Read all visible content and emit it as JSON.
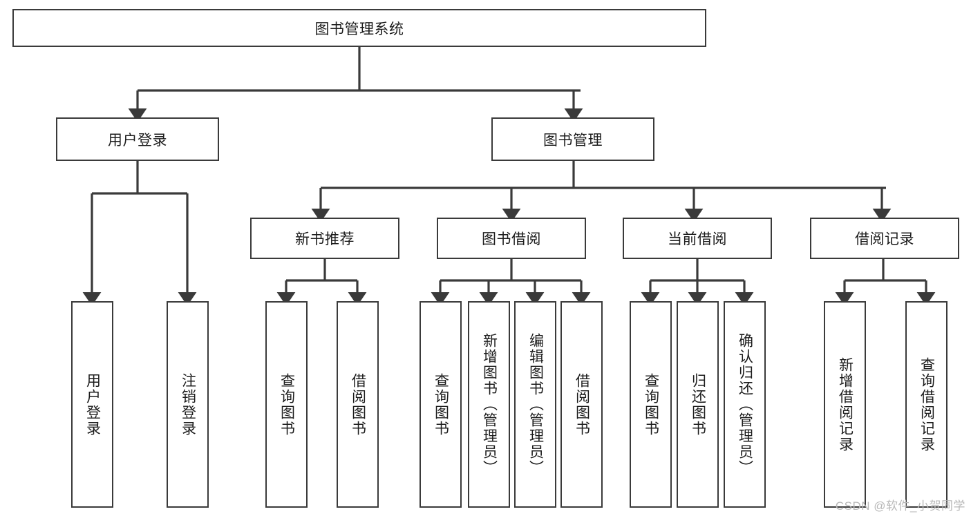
{
  "diagram": {
    "title_node": {
      "label": "图书管理系统"
    },
    "level2": [
      {
        "id": "user-login",
        "label": "用户登录"
      },
      {
        "id": "book-management",
        "label": "图书管理"
      }
    ],
    "level3": [
      {
        "id": "new-book-recommend",
        "label": "新书推荐"
      },
      {
        "id": "book-borrow",
        "label": "图书借阅"
      },
      {
        "id": "current-borrow",
        "label": "当前借阅"
      },
      {
        "id": "borrow-record",
        "label": "借阅记录"
      }
    ],
    "leaves": {
      "user_login": [
        {
          "id": "leaf-user-login",
          "label": "用户登录"
        },
        {
          "id": "leaf-logout",
          "label": "注销登录"
        }
      ],
      "new_book_recommend": [
        {
          "id": "leaf-query-book-1",
          "label": "查询图书"
        },
        {
          "id": "leaf-borrow-book-1",
          "label": "借阅图书"
        }
      ],
      "book_borrow": [
        {
          "id": "leaf-query-book-2",
          "label": "查询图书"
        },
        {
          "id": "leaf-add-book",
          "label": "新增图书（管理员）"
        },
        {
          "id": "leaf-edit-book",
          "label": "编辑图书（管理员）"
        },
        {
          "id": "leaf-borrow-book-2",
          "label": "借阅图书"
        }
      ],
      "current_borrow": [
        {
          "id": "leaf-query-book-3",
          "label": "查询图书"
        },
        {
          "id": "leaf-return-book",
          "label": "归还图书"
        },
        {
          "id": "leaf-confirm-return",
          "label": "确认归还（管理员）"
        }
      ],
      "borrow_record": [
        {
          "id": "leaf-add-record",
          "label": "新增借阅记录"
        },
        {
          "id": "leaf-query-record",
          "label": "查询借阅记录"
        }
      ]
    },
    "watermark": "CSDN @软件_小贺同学",
    "colors": {
      "stroke": "#3a3a3a",
      "box_fill": "#ffffff",
      "text": "#1c1c1c",
      "watermark": "#b8b8b8"
    }
  }
}
